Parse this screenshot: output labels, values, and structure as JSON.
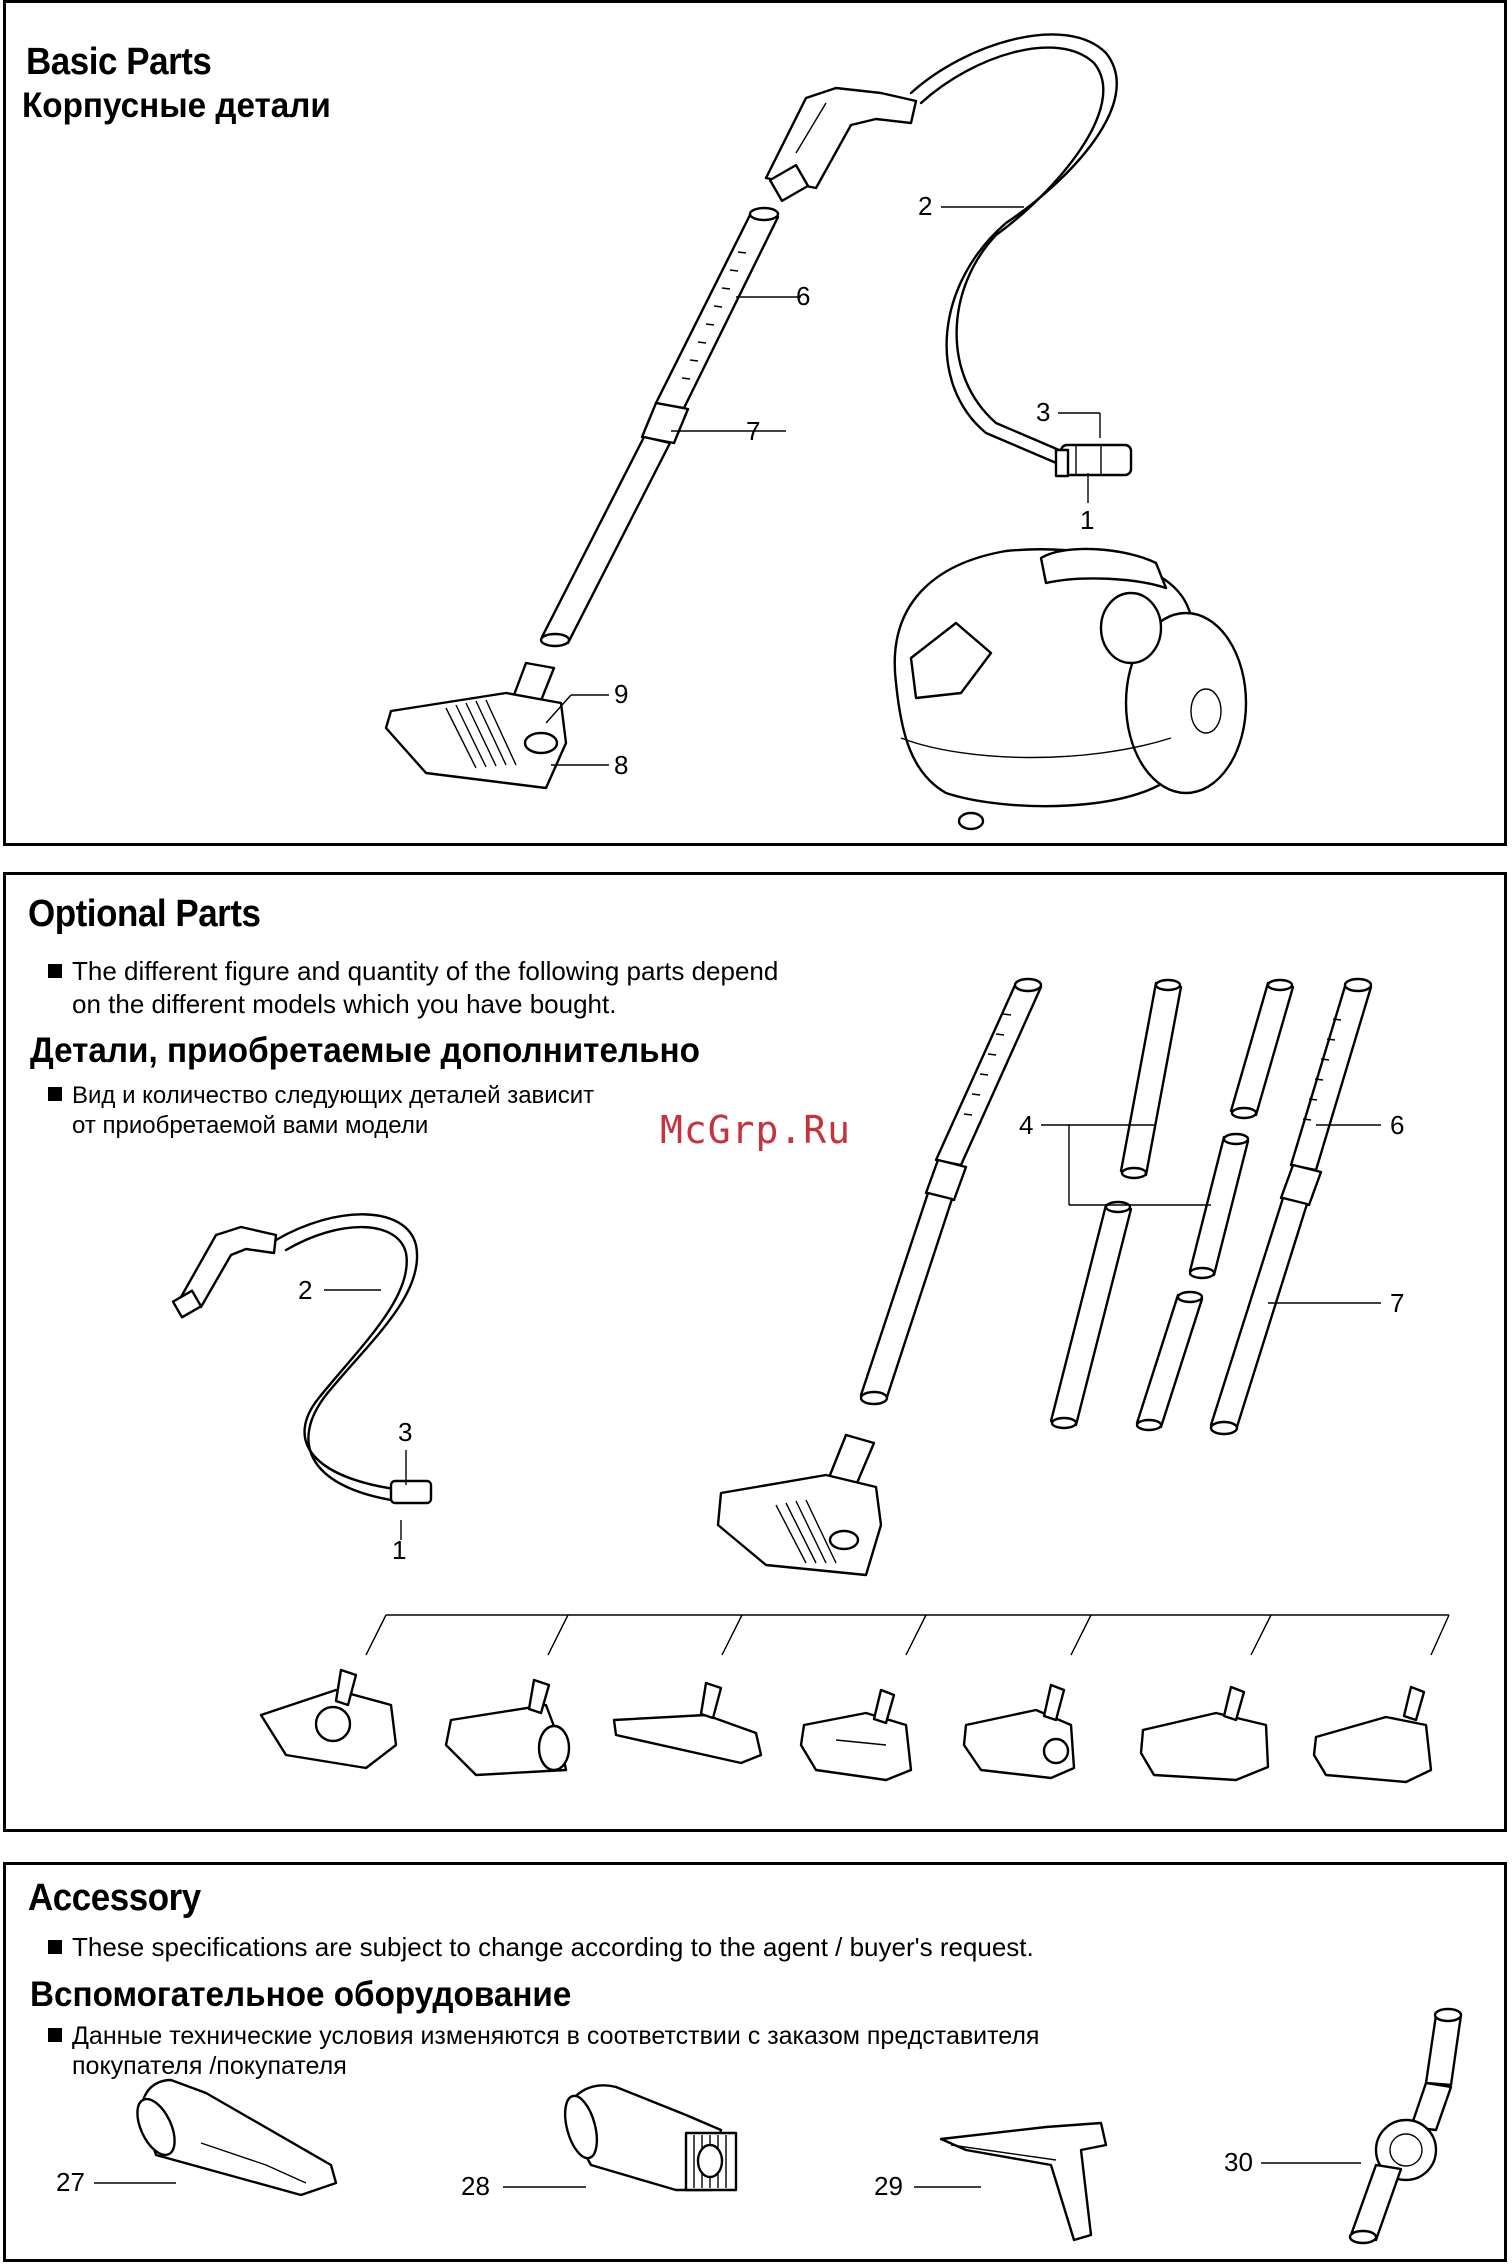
{
  "basic": {
    "title_en": "Basic Parts",
    "title_ru": "Корпусные детали",
    "callouts": [
      "1",
      "2",
      "3",
      "6",
      "7",
      "8",
      "9"
    ]
  },
  "optional": {
    "title_en": "Optional Parts",
    "note_en_1": "The different figure and quantity of the following parts depend",
    "note_en_2": "on the different models which you have bought.",
    "title_ru": "Детали, приобретаемые дополнительно",
    "note_ru_1": "Вид и количество следующих деталей зависит",
    "note_ru_2": "от приобретаемой вами модели",
    "callouts": [
      "2",
      "3",
      "1",
      "4",
      "6",
      "7"
    ]
  },
  "accessory": {
    "title_en": "Accessory",
    "note_en": "These specifications are subject to change according to the agent / buyer's request.",
    "title_ru": "Вспомогательное оборудование",
    "note_ru_1": "Данные технические условия изменяются в соответствии с заказом представителя",
    "note_ru_2": "покупателя /покупателя",
    "callouts": [
      "27",
      "28",
      "29",
      "30"
    ]
  },
  "watermark": "McGrp.Ru"
}
